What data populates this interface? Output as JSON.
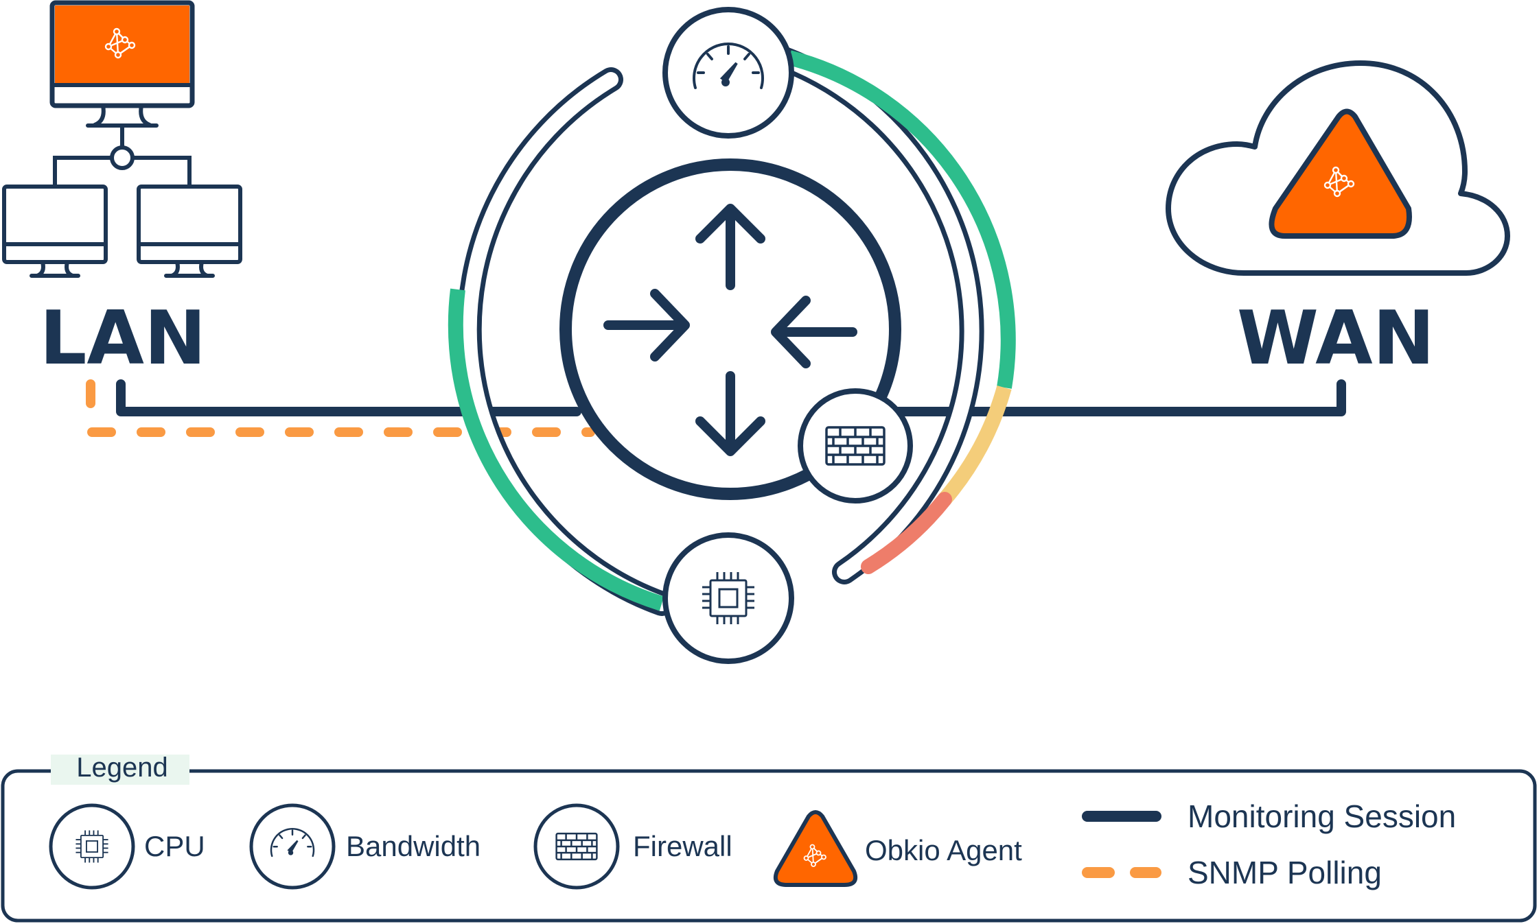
{
  "colors": {
    "navy": "#1c3553",
    "orange": "#ff6600",
    "dash_orange": "#fa9a43",
    "green": "#2dbd8c",
    "amber": "#f4cd7a",
    "coral": "#ee7d6a",
    "legend_tag_bg": "#eaf6ef"
  },
  "diagram": {
    "lan_label": "LAN",
    "wan_label": "WAN",
    "icons": {
      "lan": "computer-network-icon",
      "wan": "cloud-icon",
      "agent": "obkio-agent-icon",
      "router": "router-arrows-icon",
      "bandwidth": "gauge-icon",
      "cpu": "cpu-chip-icon",
      "firewall": "brick-wall-icon"
    }
  },
  "legend": {
    "title": "Legend",
    "items": [
      {
        "label": "CPU",
        "icon": "cpu-chip-icon"
      },
      {
        "label": "Bandwidth",
        "icon": "gauge-icon"
      },
      {
        "label": "Firewall",
        "icon": "brick-wall-icon"
      },
      {
        "label": "Obkio Agent",
        "icon": "obkio-agent-icon"
      }
    ],
    "lines": [
      {
        "label": "Monitoring Session",
        "style": "solid"
      },
      {
        "label": "SNMP Polling",
        "style": "dashed"
      }
    ]
  }
}
